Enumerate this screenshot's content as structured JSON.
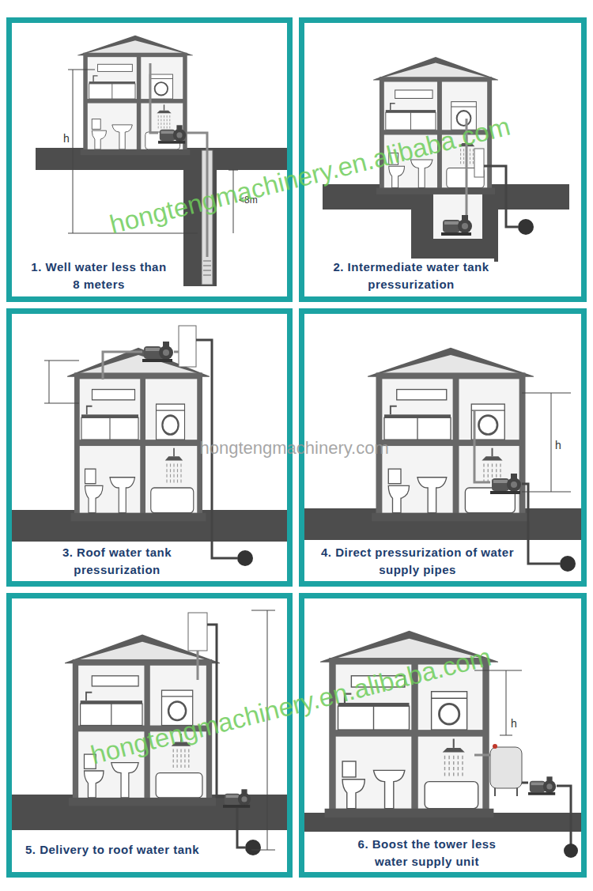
{
  "diagram": {
    "nodes": [
      {
        "text": [
          "1. Well water less than 8 meters"
        ]
      },
      {
        "text": [
          "2. Intermediate water tank pressurization"
        ]
      },
      {
        "text": [
          "3. Roof water tank pressurization"
        ]
      },
      {
        "text": [
          "4. Direct pressurization of water supply pipes"
        ]
      },
      {
        "text": [
          "5. Delivery to roof water tank"
        ]
      },
      {
        "text": [
          "6. Boost the tower less water supply unit"
        ]
      }
    ],
    "labels": [
      "h",
      "<8m",
      "h",
      "h",
      "hongtengmachinery.en.alibaba.com",
      "hongtengmachinery.com",
      "hongtengmachinery.en.alibaba.com"
    ]
  }
}
